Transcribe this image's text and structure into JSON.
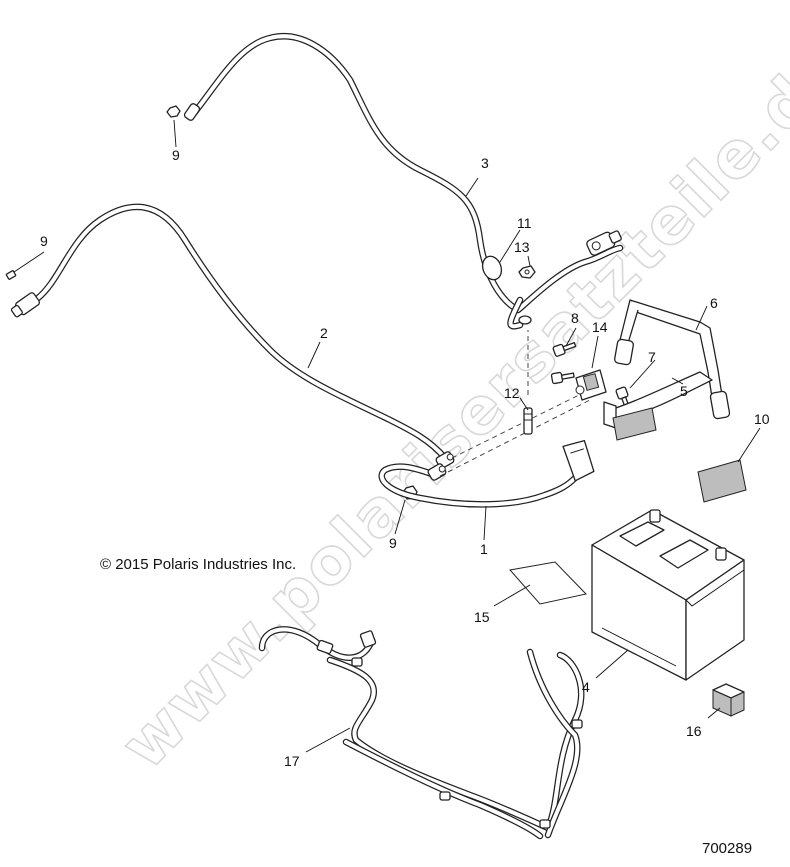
{
  "copyright": "© 2015 Polaris Industries Inc.",
  "watermark": "www.polarisersatzteile.de",
  "diagram_id": "700289",
  "callouts": {
    "c1": "1",
    "c2": "2",
    "c3": "3",
    "c4": "4",
    "c5": "5",
    "c6": "6",
    "c7": "7",
    "c8": "8",
    "c9a": "9",
    "c9b": "9",
    "c9c": "9",
    "c10": "10",
    "c11": "11",
    "c12": "12",
    "c13": "13",
    "c14": "14",
    "c15": "15",
    "c16": "16",
    "c17": "17"
  }
}
